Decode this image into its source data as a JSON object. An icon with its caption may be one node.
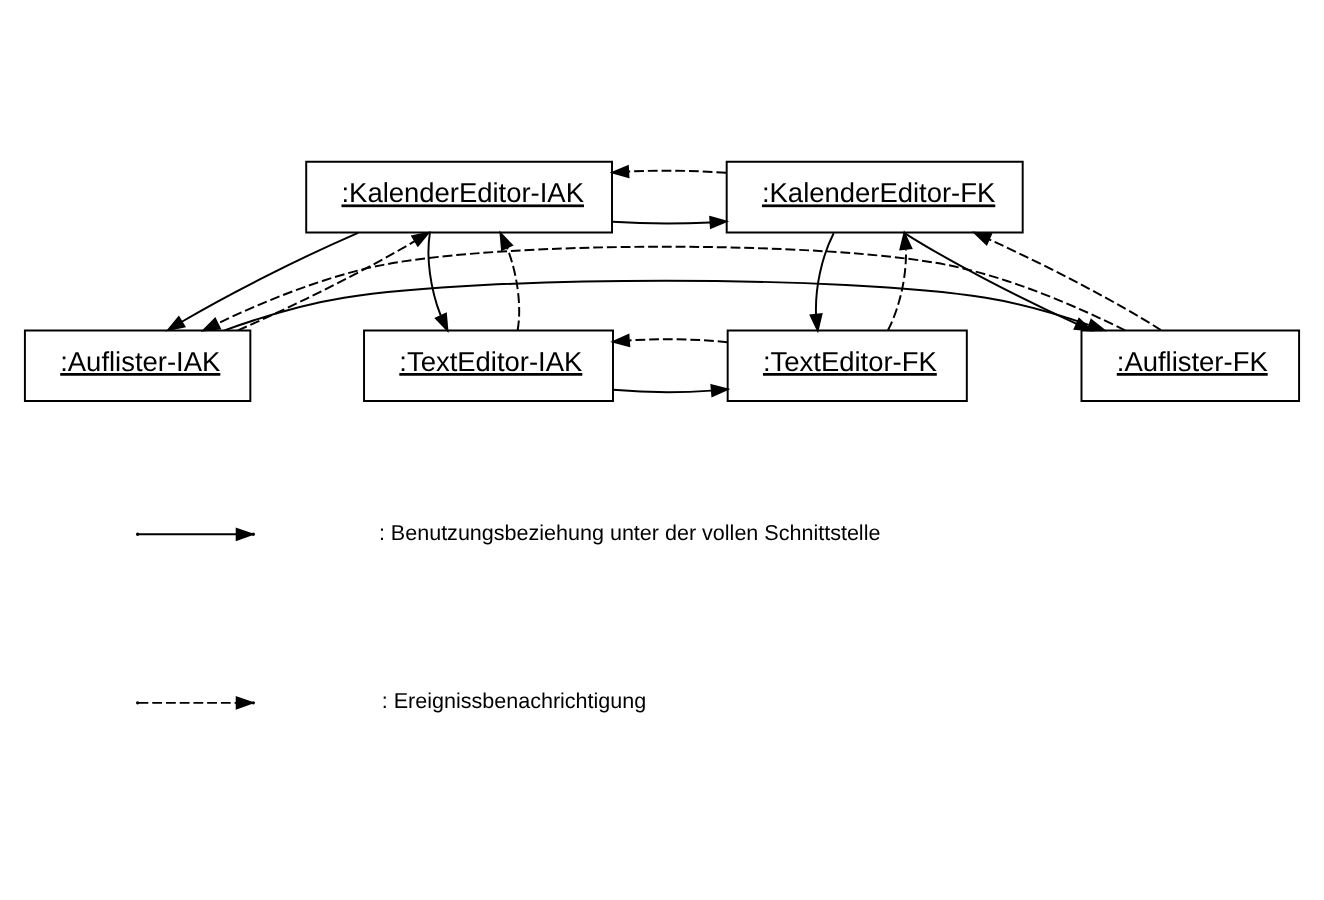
{
  "diagram": {
    "nodes": [
      {
        "text": [
          ":KalenderEditor-IAK"
        ]
      },
      {
        "text": [
          ":KalenderEditor-FK"
        ]
      },
      {
        "text": [
          ":TextEditor-IAK"
        ]
      },
      {
        "text": [
          ":TextEditor-FK"
        ]
      },
      {
        "text": [
          ":Auflister-IAK"
        ]
      },
      {
        "text": [
          ":Auflister-FK"
        ]
      }
    ],
    "edges": [
      {
        "from": 0,
        "to": 1,
        "arrow": "to"
      },
      {
        "from": 1,
        "to": 0,
        "arrow": "to",
        "style": "dashed"
      },
      {
        "from": 0,
        "to": 2,
        "arrow": "to"
      },
      {
        "from": 2,
        "to": 0,
        "arrow": "to",
        "style": "dashed"
      },
      {
        "from": 0,
        "to": 4,
        "arrow": "to"
      },
      {
        "from": 4,
        "to": 0,
        "arrow": "to",
        "style": "dashed"
      },
      {
        "from": 1,
        "to": 3,
        "arrow": "to"
      },
      {
        "from": 3,
        "to": 1,
        "arrow": "to",
        "style": "dashed"
      },
      {
        "from": 1,
        "to": 5,
        "arrow": "to"
      },
      {
        "from": 5,
        "to": 1,
        "arrow": "to",
        "style": "dashed"
      },
      {
        "from": 2,
        "to": 3,
        "arrow": "to"
      },
      {
        "from": 3,
        "to": 2,
        "arrow": "to",
        "style": "dashed"
      },
      {
        "from": 4,
        "to": 5,
        "arrow": "to"
      },
      {
        "from": 5,
        "to": 4,
        "arrow": "to",
        "style": "dashed"
      }
    ],
    "legend": [
      {
        "text": ": Benutzungsbeziehung unter der vollen Schnittstelle"
      },
      {
        "text": ": Ereignissbenachrichtigung"
      }
    ]
  }
}
